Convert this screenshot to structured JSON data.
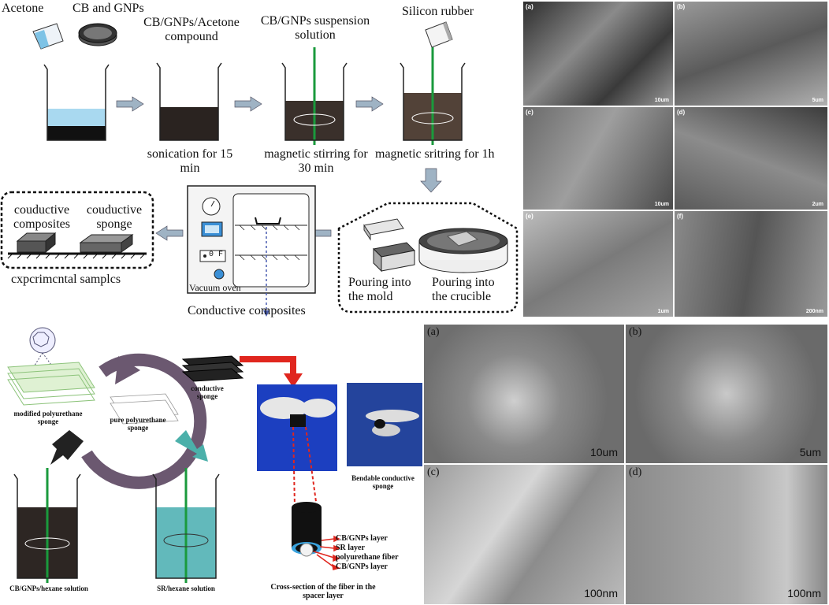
{
  "top_process": {
    "materials": {
      "acetone": "Acetone",
      "cb_gnps": "CB and GNPs",
      "silicon_rubber": "Silicon rubber"
    },
    "beaker_titles": {
      "compound": "CB/GNPs/Acetone compound",
      "suspension": "CB/GNPs suspension solution"
    },
    "steps": {
      "sonication": "sonication for 15 min",
      "stirring_30": "magnetic stirring for 30 min",
      "stirring_1h": "magnetic sritring for 1h"
    },
    "pouring_mold": "Pouring into the mold",
    "pouring_crucible": "Pouring into the crucible",
    "oven": {
      "display": "0 F",
      "label": "Vacuum oven"
    },
    "output": "Conductive composites",
    "samples": {
      "composites": "couductive composites",
      "sponge": "couductive sponge",
      "caption": "cxpcrimcntal samplcs"
    }
  },
  "top_sem": {
    "panels": [
      {
        "tag": "(a)",
        "scale": "10um"
      },
      {
        "tag": "(b)",
        "scale": "5um"
      },
      {
        "tag": "(c)",
        "scale": "10um"
      },
      {
        "tag": "(d)",
        "scale": "2um"
      },
      {
        "tag": "(e)",
        "scale": "1um"
      },
      {
        "tag": "(f)",
        "scale": "200nm"
      }
    ]
  },
  "bottom_process": {
    "modified_sponge": "modified polyurethane sponge",
    "pure_sponge": "pure polyurethane sponge",
    "conductive_sponge": "conductive sponge",
    "bendable": "Bendable conductive sponge",
    "solution_left": "CB/GNPs/hexane solution",
    "solution_right": "SR/hexane solution",
    "layers": [
      "CB/GNPs layer",
      "SR layer",
      "polyurethane fiber",
      "CB/GNPs layer"
    ],
    "cross_section": "Cross-section of the fiber in the spacer layer"
  },
  "bottom_sem": {
    "panels": [
      {
        "tag": "(a)",
        "scale": "10um"
      },
      {
        "tag": "(b)",
        "scale": "5um"
      },
      {
        "tag": "(c)",
        "scale": "100nm"
      },
      {
        "tag": "(d)",
        "scale": "100nm"
      }
    ]
  }
}
